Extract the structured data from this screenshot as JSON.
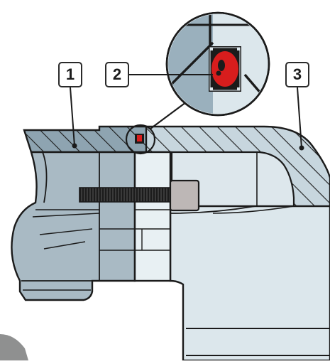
{
  "callouts": [
    {
      "id": "1",
      "label": "1"
    },
    {
      "id": "2",
      "label": "2"
    },
    {
      "id": "3",
      "label": "3"
    }
  ],
  "colors": {
    "housing_dark": "#a9bac4",
    "housing_mid": "#c5d3db",
    "housing_light": "#dde7ec",
    "clamp_face": "#e8f0f3",
    "outline": "#1b1b1b",
    "screw": "#2b2b2b",
    "screw_head": "#bdb7b6",
    "seal_red": "#d81d1d",
    "magnifier_bg": "#dce7ec"
  }
}
